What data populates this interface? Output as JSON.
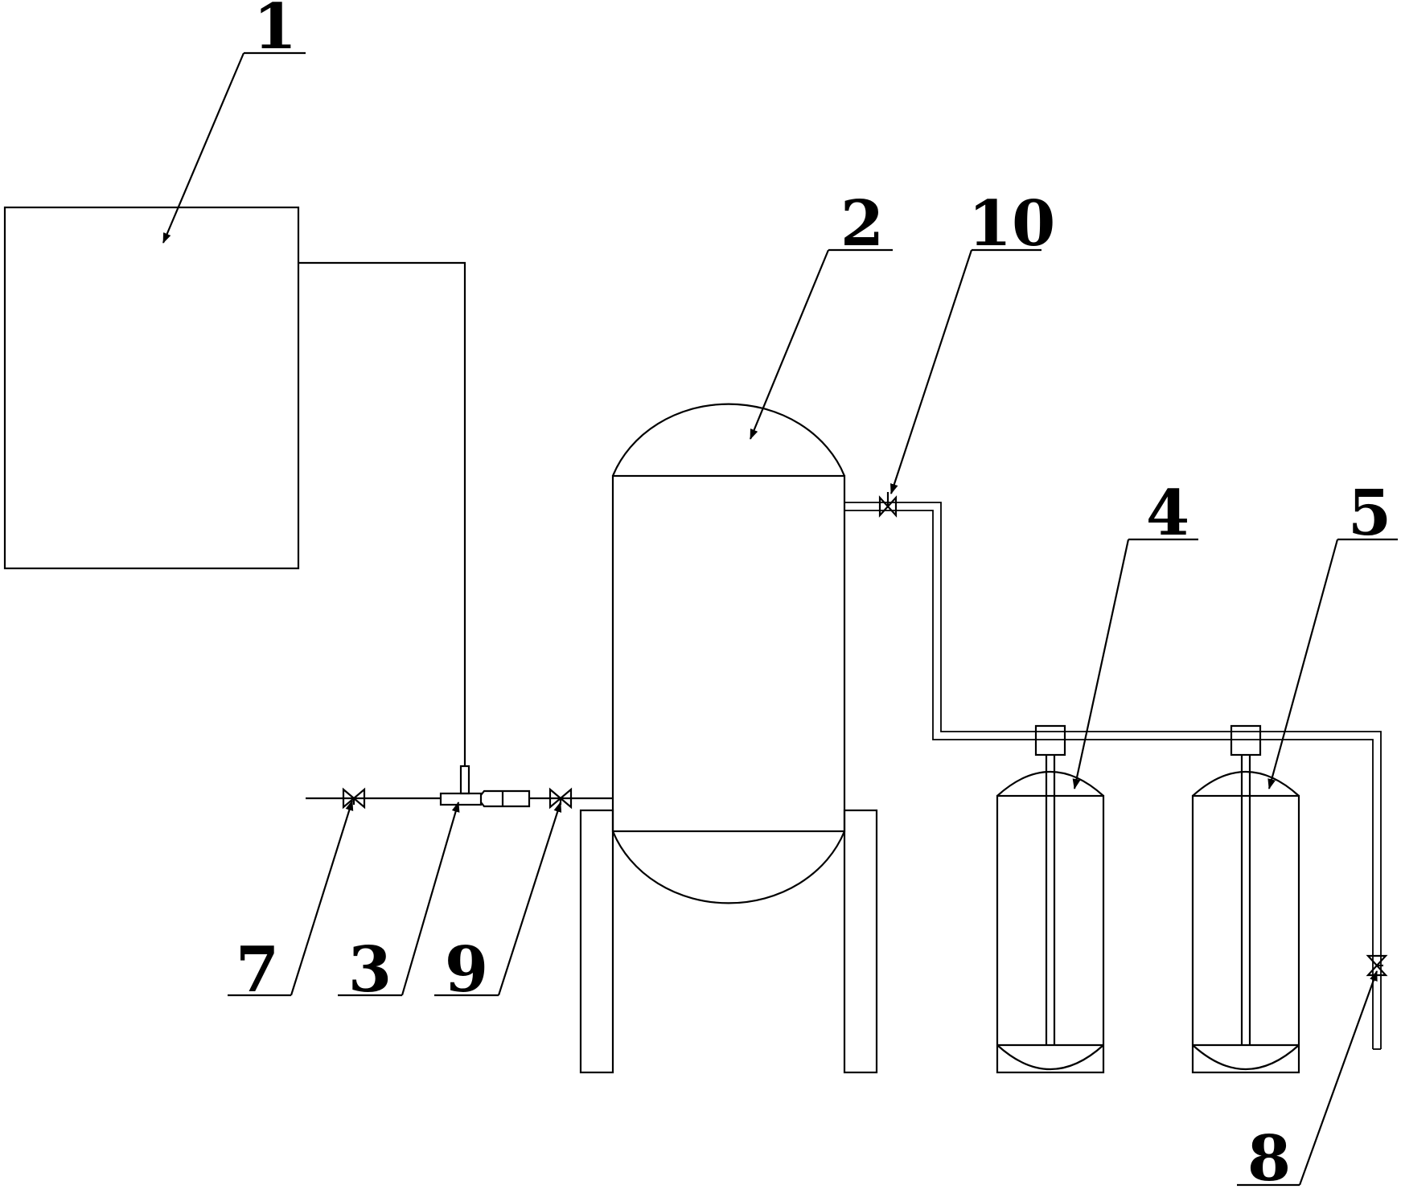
{
  "labels": {
    "tank_1": "1",
    "vessel_2": "2",
    "ejector_3": "3",
    "cylinder_4": "4",
    "cylinder_5": "5",
    "valve_7": "7",
    "valve_8": "8",
    "valve_9": "9",
    "valve_10": "10"
  }
}
